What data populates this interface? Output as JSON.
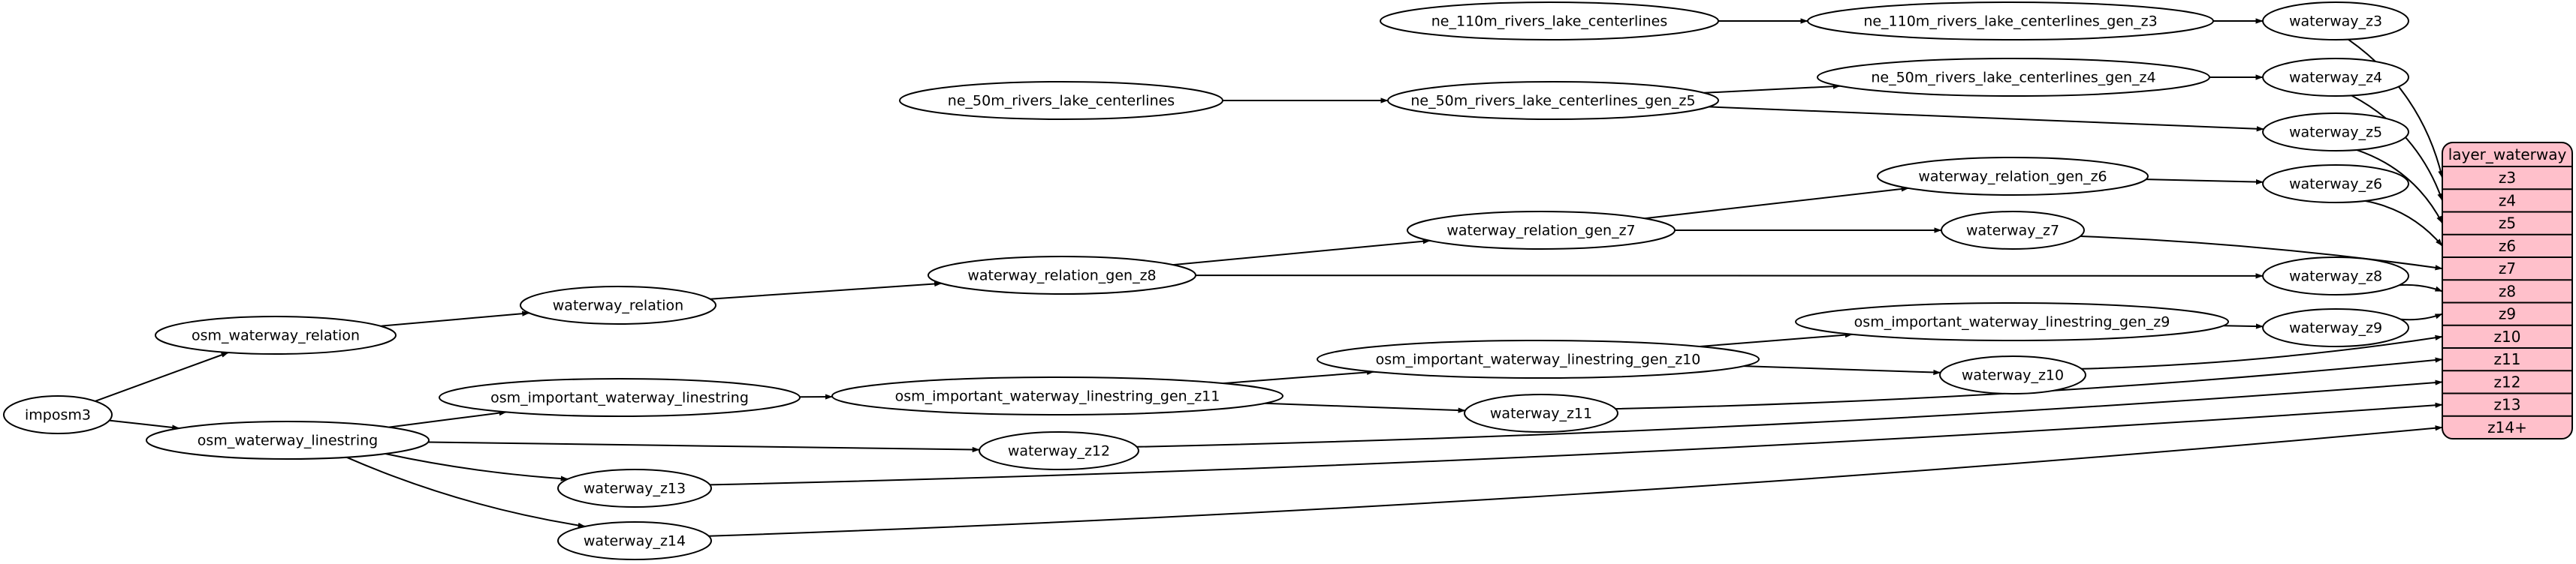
{
  "diagram": {
    "background": "#ffffff",
    "node_fill": "#ffffff",
    "node_stroke": "#000000",
    "edge_color": "#000000",
    "nodes": [
      {
        "id": "imposm3",
        "label": "imposm3"
      },
      {
        "id": "osm_waterway_relation",
        "label": "osm_waterway_relation"
      },
      {
        "id": "osm_waterway_linestring",
        "label": "osm_waterway_linestring"
      },
      {
        "id": "waterway_relation",
        "label": "waterway_relation"
      },
      {
        "id": "osm_important_waterway_linestring",
        "label": "osm_important_waterway_linestring"
      },
      {
        "id": "waterway_relation_gen_z8",
        "label": "waterway_relation_gen_z8"
      },
      {
        "id": "waterway_relation_gen_z7",
        "label": "waterway_relation_gen_z7"
      },
      {
        "id": "waterway_relation_gen_z6",
        "label": "waterway_relation_gen_z6"
      },
      {
        "id": "osm_important_waterway_linestring_gen_z11",
        "label": "osm_important_waterway_linestring_gen_z11"
      },
      {
        "id": "osm_important_waterway_linestring_gen_z10",
        "label": "osm_important_waterway_linestring_gen_z10"
      },
      {
        "id": "osm_important_waterway_linestring_gen_z9",
        "label": "osm_important_waterway_linestring_gen_z9"
      },
      {
        "id": "ne_110m_rivers_lake_centerlines",
        "label": "ne_110m_rivers_lake_centerlines"
      },
      {
        "id": "ne_110m_rivers_lake_centerlines_gen_z3",
        "label": "ne_110m_rivers_lake_centerlines_gen_z3"
      },
      {
        "id": "ne_50m_rivers_lake_centerlines",
        "label": "ne_50m_rivers_lake_centerlines"
      },
      {
        "id": "ne_50m_rivers_lake_centerlines_gen_z5",
        "label": "ne_50m_rivers_lake_centerlines_gen_z5"
      },
      {
        "id": "ne_50m_rivers_lake_centerlines_gen_z4",
        "label": "ne_50m_rivers_lake_centerlines_gen_z4"
      },
      {
        "id": "waterway_z3",
        "label": "waterway_z3"
      },
      {
        "id": "waterway_z4",
        "label": "waterway_z4"
      },
      {
        "id": "waterway_z5",
        "label": "waterway_z5"
      },
      {
        "id": "waterway_z6",
        "label": "waterway_z6"
      },
      {
        "id": "waterway_z7",
        "label": "waterway_z7"
      },
      {
        "id": "waterway_z8",
        "label": "waterway_z8"
      },
      {
        "id": "waterway_z9",
        "label": "waterway_z9"
      },
      {
        "id": "waterway_z10",
        "label": "waterway_z10"
      },
      {
        "id": "waterway_z11",
        "label": "waterway_z11"
      },
      {
        "id": "waterway_z12",
        "label": "waterway_z12"
      },
      {
        "id": "waterway_z13",
        "label": "waterway_z13"
      },
      {
        "id": "waterway_z14",
        "label": "waterway_z14"
      }
    ],
    "table": {
      "title": "layer_waterway",
      "rows": [
        "z3",
        "z4",
        "z5",
        "z6",
        "z7",
        "z8",
        "z9",
        "z10",
        "z11",
        "z12",
        "z13",
        "z14+"
      ],
      "fill": "#ffc0cb",
      "stroke": "#000000"
    },
    "edges": [
      [
        "imposm3",
        "osm_waterway_relation"
      ],
      [
        "imposm3",
        "osm_waterway_linestring"
      ],
      [
        "osm_waterway_relation",
        "waterway_relation"
      ],
      [
        "waterway_relation",
        "waterway_relation_gen_z8"
      ],
      [
        "waterway_relation_gen_z8",
        "waterway_relation_gen_z7"
      ],
      [
        "waterway_relation_gen_z8",
        "waterway_z8"
      ],
      [
        "waterway_relation_gen_z7",
        "waterway_relation_gen_z6"
      ],
      [
        "waterway_relation_gen_z7",
        "waterway_z7"
      ],
      [
        "waterway_relation_gen_z6",
        "waterway_z6"
      ],
      [
        "osm_waterway_linestring",
        "osm_important_waterway_linestring"
      ],
      [
        "osm_waterway_linestring",
        "waterway_z12"
      ],
      [
        "osm_waterway_linestring",
        "waterway_z13"
      ],
      [
        "osm_waterway_linestring",
        "waterway_z14"
      ],
      [
        "osm_important_waterway_linestring",
        "osm_important_waterway_linestring_gen_z11"
      ],
      [
        "osm_important_waterway_linestring_gen_z11",
        "osm_important_waterway_linestring_gen_z10"
      ],
      [
        "osm_important_waterway_linestring_gen_z11",
        "waterway_z11"
      ],
      [
        "osm_important_waterway_linestring_gen_z10",
        "osm_important_waterway_linestring_gen_z9"
      ],
      [
        "osm_important_waterway_linestring_gen_z10",
        "waterway_z10"
      ],
      [
        "osm_important_waterway_linestring_gen_z9",
        "waterway_z9"
      ],
      [
        "ne_110m_rivers_lake_centerlines",
        "ne_110m_rivers_lake_centerlines_gen_z3"
      ],
      [
        "ne_110m_rivers_lake_centerlines_gen_z3",
        "waterway_z3"
      ],
      [
        "ne_50m_rivers_lake_centerlines",
        "ne_50m_rivers_lake_centerlines_gen_z5"
      ],
      [
        "ne_50m_rivers_lake_centerlines_gen_z5",
        "ne_50m_rivers_lake_centerlines_gen_z4"
      ],
      [
        "ne_50m_rivers_lake_centerlines_gen_z5",
        "waterway_z5"
      ],
      [
        "ne_50m_rivers_lake_centerlines_gen_z4",
        "waterway_z4"
      ],
      [
        "waterway_z3",
        "layer_waterway.z3"
      ],
      [
        "waterway_z4",
        "layer_waterway.z4"
      ],
      [
        "waterway_z5",
        "layer_waterway.z5"
      ],
      [
        "waterway_z6",
        "layer_waterway.z6"
      ],
      [
        "waterway_z7",
        "layer_waterway.z7"
      ],
      [
        "waterway_z8",
        "layer_waterway.z8"
      ],
      [
        "waterway_z9",
        "layer_waterway.z9"
      ],
      [
        "waterway_z10",
        "layer_waterway.z10"
      ],
      [
        "waterway_z11",
        "layer_waterway.z11"
      ],
      [
        "waterway_z12",
        "layer_waterway.z12"
      ],
      [
        "waterway_z13",
        "layer_waterway.z13"
      ],
      [
        "waterway_z14",
        "layer_waterway.z14+"
      ]
    ]
  }
}
